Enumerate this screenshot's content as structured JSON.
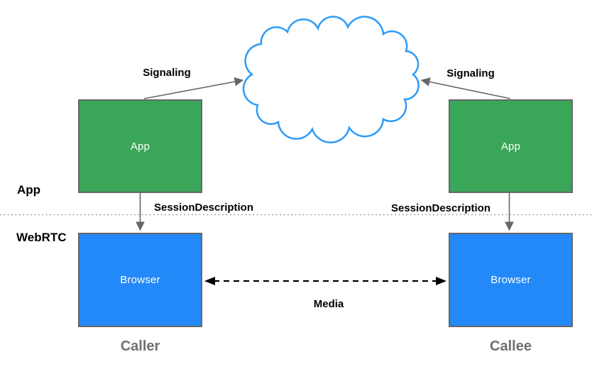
{
  "nodes": {
    "caller_app": "App",
    "callee_app": "App",
    "caller_browser": "Browser",
    "callee_browser": "Browser"
  },
  "edges": {
    "signaling_left": "Signaling",
    "signaling_right": "Signaling",
    "session_description_left": "SessionDescription",
    "session_description_right": "SessionDescription",
    "media": "Media"
  },
  "layers": {
    "app": "App",
    "webrtc": "WebRTC"
  },
  "roles": {
    "caller": "Caller",
    "callee": "Callee"
  },
  "colors": {
    "app_node": "#3aa65a",
    "browser_node": "#2489f8",
    "cloud_stroke": "#2e9bf7",
    "node_border": "#666666",
    "arrow": "#676767",
    "role_label": "#6e7072"
  }
}
